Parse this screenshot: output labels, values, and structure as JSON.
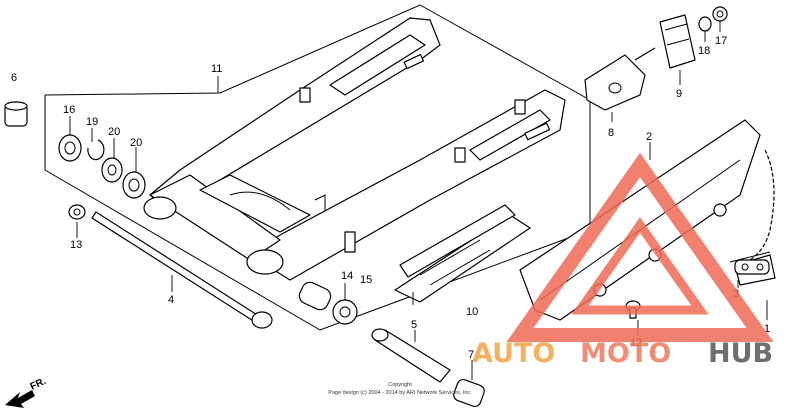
{
  "callouts": {
    "c1": "1",
    "c2": "2",
    "c3": "3",
    "c4": "4",
    "c5": "5",
    "c6": "6",
    "c7": "7",
    "c8": "8",
    "c9": "9",
    "c10": "10",
    "c11": "11",
    "c12": "12",
    "c13": "13",
    "c14": "14",
    "c15": "15",
    "c16": "16",
    "c17": "17",
    "c18": "18",
    "c19": "19",
    "c20a": "20",
    "c20b": "20"
  },
  "direction_label": "FR.",
  "copyright": {
    "line1": "Copyright",
    "line2": "Page design (c) 2004 - 2014 by ARI Network Services, Inc."
  },
  "watermark": {
    "part1": "AUTO",
    "part2": "MOTO",
    "part3": "HUB",
    "colors": {
      "auto": "#f5a445",
      "moto": "#f07a5c",
      "hub": "#555555",
      "logo": "#f06a55"
    }
  }
}
